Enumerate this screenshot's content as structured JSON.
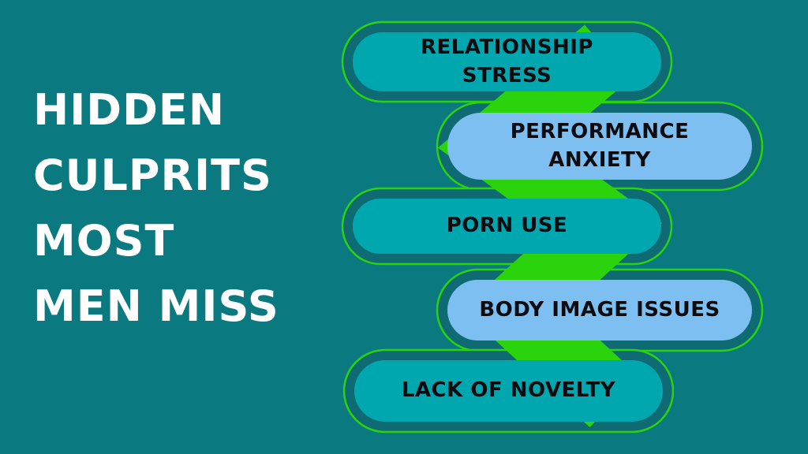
{
  "title": {
    "lines": [
      "HIDDEN",
      "CULPRITS",
      "MOST",
      "MEN MISS"
    ]
  },
  "diagram": {
    "items": [
      {
        "label": "RELATIONSHIP STRESS",
        "variant": "teal"
      },
      {
        "label": "PERFORMANCE ANXIETY",
        "variant": "blue"
      },
      {
        "label": "PORN USE",
        "variant": "teal"
      },
      {
        "label": "BODY IMAGE ISSUES",
        "variant": "blue"
      },
      {
        "label": "LACK OF NOVELTY",
        "variant": "teal"
      }
    ]
  },
  "colors": {
    "background": "#0A7A80",
    "pill_teal": "#00A7AE",
    "pill_blue": "#7CBFF0",
    "ribbon_green": "#2BD30D",
    "outline_green": "#2BD30D",
    "pill_halo_dark": "#0F6B73",
    "title_text": "#FFFFFF",
    "pill_text": "#0B0B10"
  }
}
